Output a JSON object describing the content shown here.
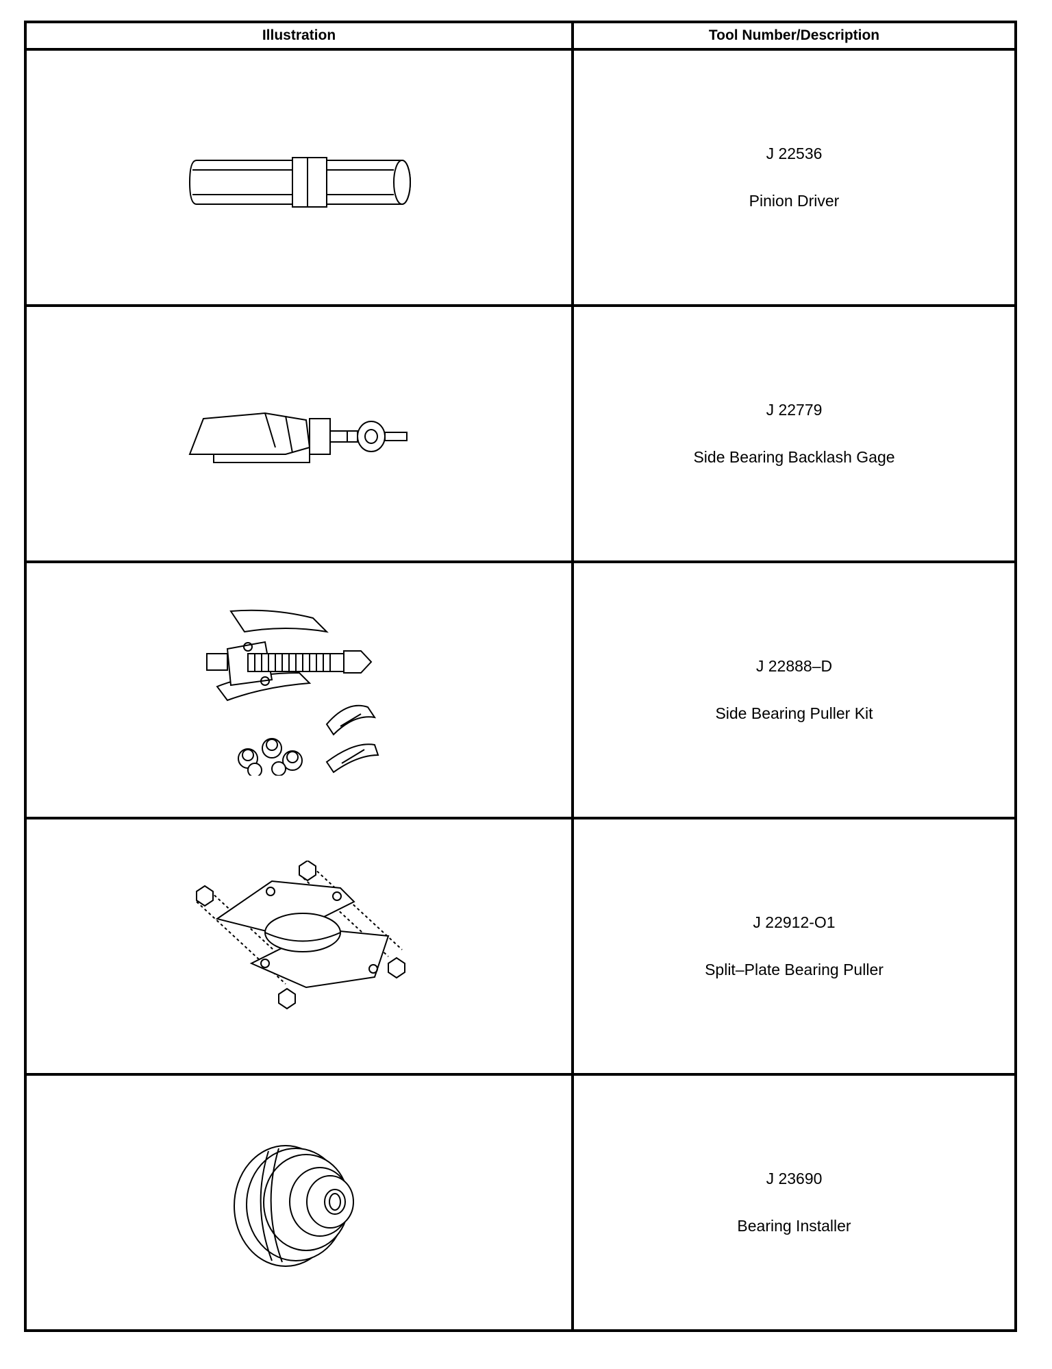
{
  "headers": {
    "illustration": "Illustration",
    "tool": "Tool Number/Description"
  },
  "tools": [
    {
      "number": "J 22536",
      "description": "Pinion Driver",
      "icon": "pinion-driver-icon"
    },
    {
      "number": "J 22779",
      "description": "Side Bearing Backlash Gage",
      "icon": "backlash-gage-icon"
    },
    {
      "number": "J 22888–D",
      "description": "Side Bearing Puller Kit",
      "icon": "puller-kit-icon"
    },
    {
      "number": "J 22912-O1",
      "description": "Split–Plate Bearing Puller",
      "icon": "split-plate-puller-icon"
    },
    {
      "number": "J 23690",
      "description": "Bearing Installer",
      "icon": "bearing-installer-icon"
    }
  ]
}
